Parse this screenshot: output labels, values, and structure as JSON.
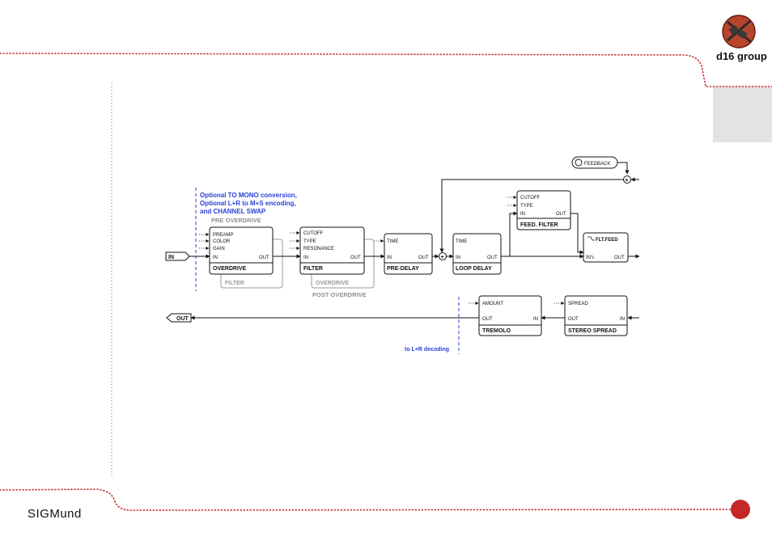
{
  "header": {
    "logo_text": "d16 group"
  },
  "footer": {
    "brand": "SIGMund"
  },
  "colors": {
    "accent": "#c62828",
    "note_blue": "#2a3fd8",
    "gray_label": "#8f8f8f",
    "line": "#111111",
    "tab_gray": "#e3e3e3"
  },
  "diagram": {
    "note": {
      "line1": "Optional TO MONO conversion,",
      "line2": "Optional L+R to M+S encoding,",
      "line3": "and CHANNEL SWAP"
    },
    "decoding_note": "to L+R decoding",
    "io": {
      "in": "IN",
      "out": "OUT"
    },
    "overdrive": {
      "group_label": "PRE OVERDRIVE",
      "params": [
        "PREAMP",
        "COLOR",
        "GAIN"
      ],
      "in": "IN",
      "out": "OUT",
      "title": "OVERDRIVE",
      "shadow_title": "FILTER"
    },
    "filter": {
      "params": [
        "CUTOFF",
        "TYPE",
        "RESONANCE"
      ],
      "in": "IN",
      "out": "OUT",
      "title": "FILTER",
      "shadow_title": "OVERDRIVE",
      "group_label": "POST OVERDRIVE"
    },
    "predelay": {
      "param": "TIME",
      "in": "IN",
      "out": "OUT",
      "title": "PRE-DELAY"
    },
    "loopdelay": {
      "param": "TIME",
      "in": "IN",
      "out": "OUT",
      "title": "LOOP DELAY"
    },
    "feedfilter": {
      "params": [
        "CUTOFF",
        "TYPE"
      ],
      "in": "IN",
      "out": "OUT",
      "title": "FEED. FILTER"
    },
    "feedback": {
      "label": "FEEDBACK"
    },
    "fltfeed": {
      "label": "FLT.FEED",
      "in": "IN's",
      "out": "OUT"
    },
    "tremolo": {
      "param": "AMOUNT",
      "out": "OUT",
      "in": "IN",
      "title": "TREMOLO"
    },
    "spread": {
      "param": "SPREAD",
      "out": "OUT",
      "in": "IN",
      "title": "STEREO SPREAD"
    },
    "sum_symbol": "+",
    "mult_symbol": "×"
  }
}
